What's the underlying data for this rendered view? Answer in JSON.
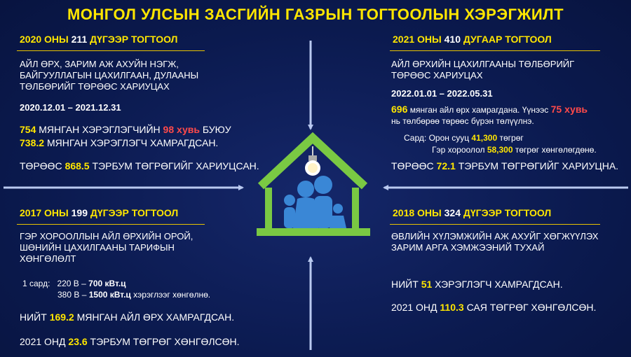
{
  "title": "МОНГОЛ УЛСЫН ЗАСГИЙН ГАЗРЫН ТОГТООЛЫН ХЭРЭГЖИЛТ",
  "colors": {
    "accent": "#ffe600",
    "highlight": "#ff4a4a",
    "house": "#7ac943",
    "people": "#3a87d6",
    "background": "#0b1a4f"
  },
  "q2020": {
    "year": "2020 ОНЫ",
    "num": "211",
    "rest": "ДҮГЭЭР ТОГТООЛ",
    "desc": [
      "АЙЛ ӨРХ, ЗАРИМ АЖ АХУЙН НЭГЖ,",
      "БАЙГУУЛЛАГЫН ЦАХИЛГААН, ДУЛААНЫ",
      "ТӨЛБӨРИЙГ ТӨРӨӨС ХАРИУЦАХ"
    ],
    "period": "2020.12.01 – 2021.12.31",
    "l1_num": "754",
    "l1_mid": "МЯНГАН ХЭРЭГЛЭГЧИЙН",
    "l1_pct": "98 хувь",
    "l1_end": "БУЮУ",
    "l2_num": "738.2",
    "l2_end": "МЯНГАН ХЭРЭГЛЭГЧ ХАМРАГДСАН.",
    "l3_pre": "ТӨРӨӨС",
    "l3_num": "868.5",
    "l3_end": "ТЭРБУМ ТӨГРӨГИЙГ ХАРИУЦСАН."
  },
  "q2021": {
    "year": "2021 ОНЫ",
    "num": "410",
    "rest": "ДУГААР ТОГТООЛ",
    "desc": [
      "АЙЛ ӨРХИЙН ЦАХИЛГААНЫ ТӨЛБӨРИЙГ",
      "ТӨРӨӨС ХАРИУЦАХ"
    ],
    "period": "2022.01.01 – 2022.05.31",
    "l1_num": "696",
    "l1_mid": "мянган айл өрх хамрагдана. Үүнээс",
    "l1_pct": "75 хувь",
    "l1b": "нь төлбөрөө төрөөс бүрэн төлүүлнэ.",
    "monthly_label": "Сард:",
    "m1_pre": "Орон сууц",
    "m1_num": "41,300",
    "m1_end": "төгрөг",
    "m2_pre": "Гэр хороолол",
    "m2_num": "58,300",
    "m2_end": "төгрөг хөнгөлөгдөнө.",
    "l3_pre": "ТӨРӨӨС",
    "l3_num": "72.1",
    "l3_end": "ТЭРБУМ ТӨГРӨГИЙГ ХАРИУЦНА."
  },
  "q2017": {
    "year": "2017 ОНЫ",
    "num": "199",
    "rest": "ДҮГЭЭР ТОГТООЛ",
    "desc": [
      "ГЭР ХОРООЛЛЫН АЙЛ ӨРХИЙН ОРОЙ,",
      "ШӨНИЙН ЦАХИЛГААНЫ ТАРИФЫН",
      "ХӨНГӨЛӨЛТ"
    ],
    "monthly_label": "1 сард:",
    "m1_pre": "220 В –",
    "m1_num": "700 кВт.ц",
    "m2_pre": "380 В –",
    "m2_num": "1500 кВт.ц",
    "m2_end": "хэрэглээг хөнгөлнө.",
    "l2_pre": "НИЙТ",
    "l2_num": "169.2",
    "l2_end": "МЯНГАН АЙЛ ӨРХ ХАМРАГДСАН.",
    "l3_pre": "2021 ОНД",
    "l3_num": "23.6",
    "l3_end": "ТЭРБУМ ТӨГРӨГ ХӨНГӨЛСӨН."
  },
  "q2018": {
    "year": "2018 ОНЫ",
    "num": "324",
    "rest": "ДҮГЭЭР ТОГТООЛ",
    "desc": [
      "ӨВЛИЙН ХҮЛЭМЖИЙН АЖ АХУЙГ ХӨГЖҮҮЛЭХ",
      "ЗАРИМ АРГА ХЭМЖЭЭНИЙ ТУХАЙ"
    ],
    "l2_pre": "НИЙТ",
    "l2_num": "51",
    "l2_end": "ХЭРЭГЛЭГЧ ХАМРАГДСАН.",
    "l3_pre": "2021 ОНД",
    "l3_num": "110.3",
    "l3_end": "САЯ ТӨГРӨГ ХӨНГӨЛСӨН."
  },
  "icons": [
    "house-icon",
    "light-bulb-icon",
    "family-icon",
    "arrow-down-icon",
    "arrow-up-icon",
    "arrow-right-icon",
    "arrow-left-icon"
  ]
}
